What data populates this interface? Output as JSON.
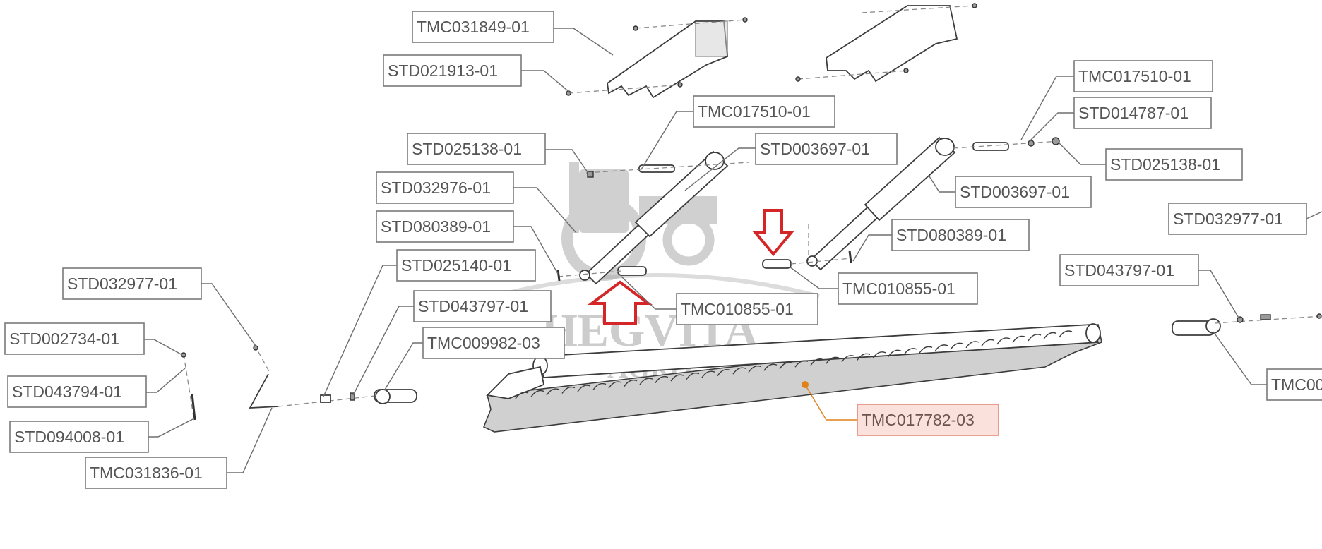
{
  "diagram": {
    "labels": [
      {
        "id": "tmc031849",
        "text": "TMC031849-01"
      },
      {
        "id": "std021913",
        "text": "STD021913-01"
      },
      {
        "id": "tmc017510-left",
        "text": "TMC017510-01"
      },
      {
        "id": "std025138-left",
        "text": "STD025138-01"
      },
      {
        "id": "std003697-left",
        "text": "STD003697-01"
      },
      {
        "id": "std032976",
        "text": "STD032976-01"
      },
      {
        "id": "std080389-left",
        "text": "STD080389-01"
      },
      {
        "id": "std025140",
        "text": "STD025140-01"
      },
      {
        "id": "tmc010855-left",
        "text": "TMC010855-01"
      },
      {
        "id": "std043797-left",
        "text": "STD043797-01"
      },
      {
        "id": "tmc009982",
        "text": "TMC009982-03"
      },
      {
        "id": "std032977-left",
        "text": "STD032977-01"
      },
      {
        "id": "std002734",
        "text": "STD002734-01"
      },
      {
        "id": "std043794",
        "text": "STD043794-01"
      },
      {
        "id": "std094008",
        "text": "STD094008-01"
      },
      {
        "id": "tmc031836",
        "text": "TMC031836-01"
      },
      {
        "id": "tmc017510-right",
        "text": "TMC017510-01"
      },
      {
        "id": "std014787",
        "text": "STD014787-01"
      },
      {
        "id": "std025138-right",
        "text": "STD025138-01"
      },
      {
        "id": "std003697-right",
        "text": "STD003697-01"
      },
      {
        "id": "std080389-right",
        "text": "STD080389-01"
      },
      {
        "id": "tmc010855-right",
        "text": "TMC010855-01"
      },
      {
        "id": "std032977-right",
        "text": "STD032977-01"
      },
      {
        "id": "std043797-right",
        "text": "STD043797-01"
      },
      {
        "id": "tmc00-right",
        "text": "TMC00"
      },
      {
        "id": "tmc017782",
        "text": "TMC017782-03",
        "highlighted": true
      }
    ]
  },
  "watermark": {
    "line1": "HEGVITA",
    "line2": "AGRO"
  },
  "colors": {
    "highlight_fill": "#fbe1dc",
    "highlight_stroke": "#e08a78",
    "highlight_leader": "#e0821a",
    "arrow": "#d42626"
  }
}
